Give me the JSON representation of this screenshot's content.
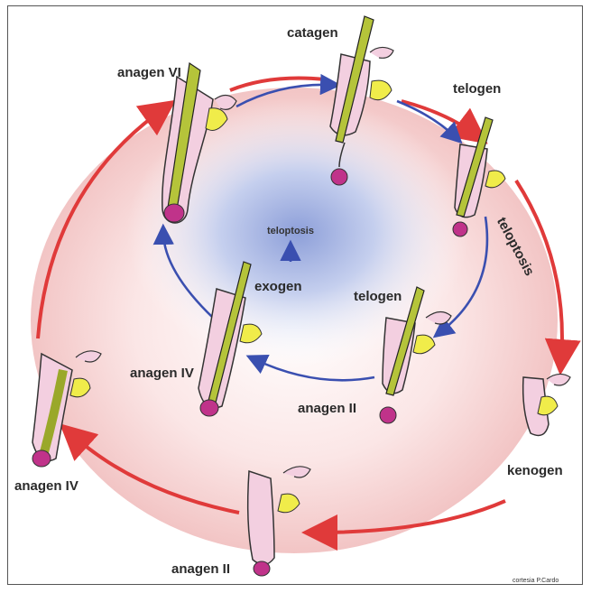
{
  "labels": {
    "catagen": "catagen",
    "anagen_vi": "anagen VI",
    "telogen_outer": "telogen",
    "teloptosis_outer": "teloptosis",
    "teloptosis_center": "teloptosis",
    "exogen": "exogen",
    "telogen_inner": "telogen",
    "anagen_iv_inner": "anagen IV",
    "anagen_ii_inner": "anagen II",
    "anagen_iv_outer": "anagen IV",
    "kenogen": "kenogen",
    "anagen_ii_outer": "anagen II"
  },
  "credit": "cortesia P.Cardo",
  "colors": {
    "outer_cycle_arrow": "#e03a3a",
    "inner_cycle_arrow": "#3a4fb0",
    "background_glow": "#f2c9c9",
    "center_glow": "#8fa0d8",
    "hair_shaft": "#c8d63a",
    "follicle_sheath": "#f3cfe0",
    "papilla": "#c0338a"
  }
}
